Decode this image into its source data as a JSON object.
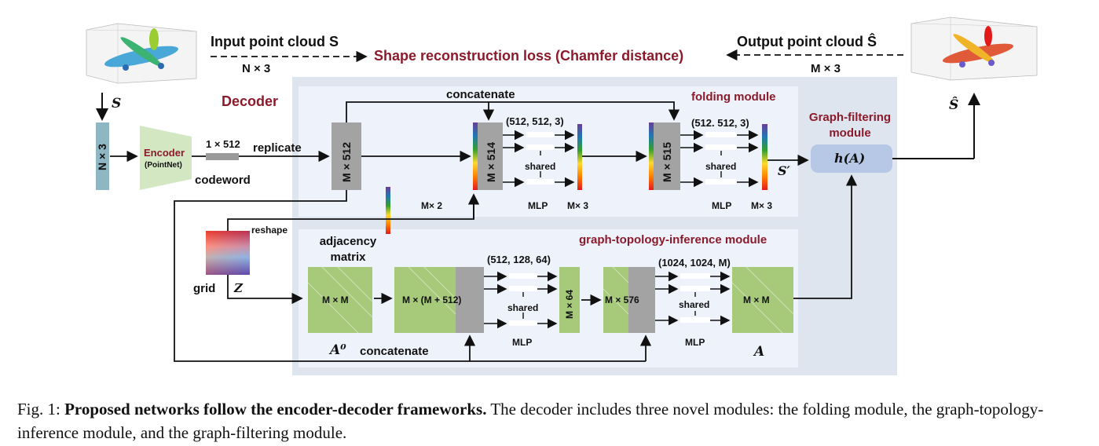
{
  "figure": {
    "input_label": "Input point cloud S",
    "input_dim": "N × 3",
    "loss_label": "Shape reconstruction loss (Chamfer distance)",
    "output_label": "Output point cloud Ŝ",
    "output_dim": "M × 3",
    "s_arrow": "S",
    "shat_arrow": "Ŝ",
    "decoder": "Decoder",
    "nx3": "N × 3",
    "encoder": "Encoder",
    "pointnet": "(PointNet)",
    "codeword_dim": "1 × 512",
    "replicate": "replicate",
    "codeword": "codeword",
    "concatenate_top": "concatenate",
    "folding_module": "folding module",
    "mx512": "M × 512",
    "mx514": "M × 514",
    "mx515": "M × 515",
    "mlp1_dims": "(512, 512, 3)",
    "mlp2_dims": "(512. 512, 3)",
    "shared": "shared",
    "mlp": "MLP",
    "mx3": "M× 3",
    "mx2": "M× 2",
    "s_prime": "S′",
    "gf_module": "Graph-filtering module",
    "hA": "h(A)",
    "reshape": "reshape",
    "grid": "grid",
    "Z": "Z",
    "adjacency": "adjacency matrix",
    "gti_module": "graph-topology-inference module",
    "mxm": "M × M",
    "mxm512": "M × (M + 512)",
    "mlp3_dims": "(512, 128, 64)",
    "mx64": "M × 64",
    "mx576": "M × 576",
    "mlp4_dims": "(1024, 1024, M)",
    "A0": "A⁰",
    "concatenate_bottom": "concatenate",
    "A": "A"
  },
  "caption": {
    "prefix": "Fig. 1:",
    "bold": "Proposed networks follow the encoder-decoder frameworks.",
    "rest": "The decoder includes three novel modules: the folding module, the graph-topology-inference module, and the graph-filtering module."
  },
  "colors": {
    "decoder_bg": "#dfe5ee",
    "module_bg": "#eef2fa",
    "green": "#a6c97a",
    "gray": "#a3a3a3",
    "teal": "#8fb7c3",
    "gf_box": "#b7c8e6",
    "title_red": "#8b1a2b"
  }
}
